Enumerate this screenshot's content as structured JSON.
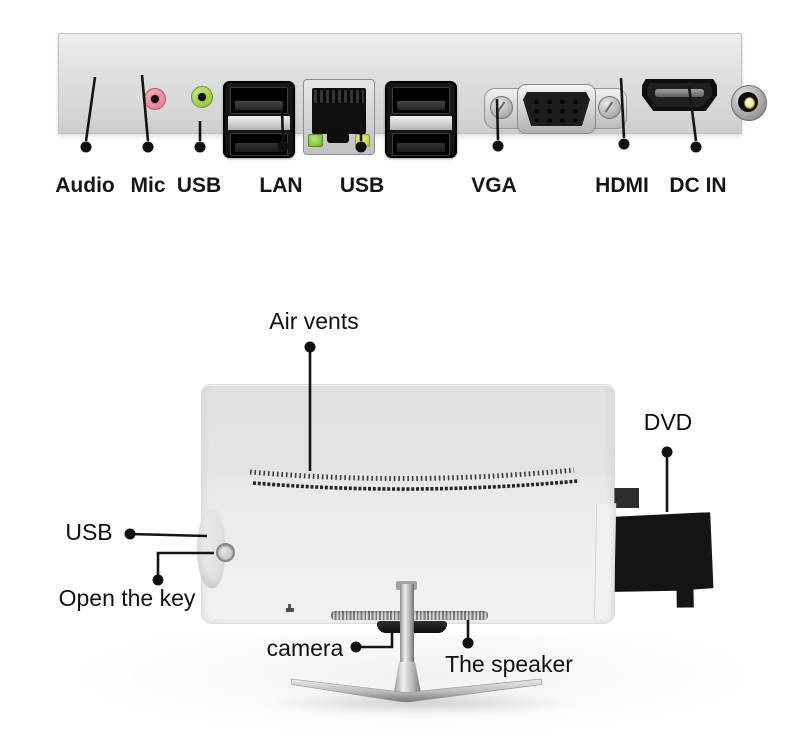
{
  "rear_panel": {
    "ports": [
      {
        "id": "audio",
        "label": "Audio"
      },
      {
        "id": "mic",
        "label": "Mic"
      },
      {
        "id": "usb-1",
        "label": "USB"
      },
      {
        "id": "lan",
        "label": "LAN"
      },
      {
        "id": "usb-2",
        "label": "USB"
      },
      {
        "id": "vga",
        "label": "VGA"
      },
      {
        "id": "hdmi",
        "label": "HDMI"
      },
      {
        "id": "dc-in",
        "label": "DC IN"
      }
    ]
  },
  "monitor": {
    "callouts": {
      "air_vents": "Air vents",
      "dvd": "DVD",
      "usb_side": "USB",
      "open_the_key": "Open the key",
      "camera": "camera",
      "speaker": "The speaker"
    }
  },
  "colors": {
    "audio_jack": "#ee8ea1",
    "mic_jack": "#a6d44f",
    "lan_led_left": "#8bc63f",
    "lan_led_right": "#ccd74d",
    "dc_pin": "#efe98f",
    "callout_line": "#141414",
    "panel_background": "#d9d9d9",
    "monitor_body": "#ebebeb",
    "dvd_drive": "#141414"
  }
}
